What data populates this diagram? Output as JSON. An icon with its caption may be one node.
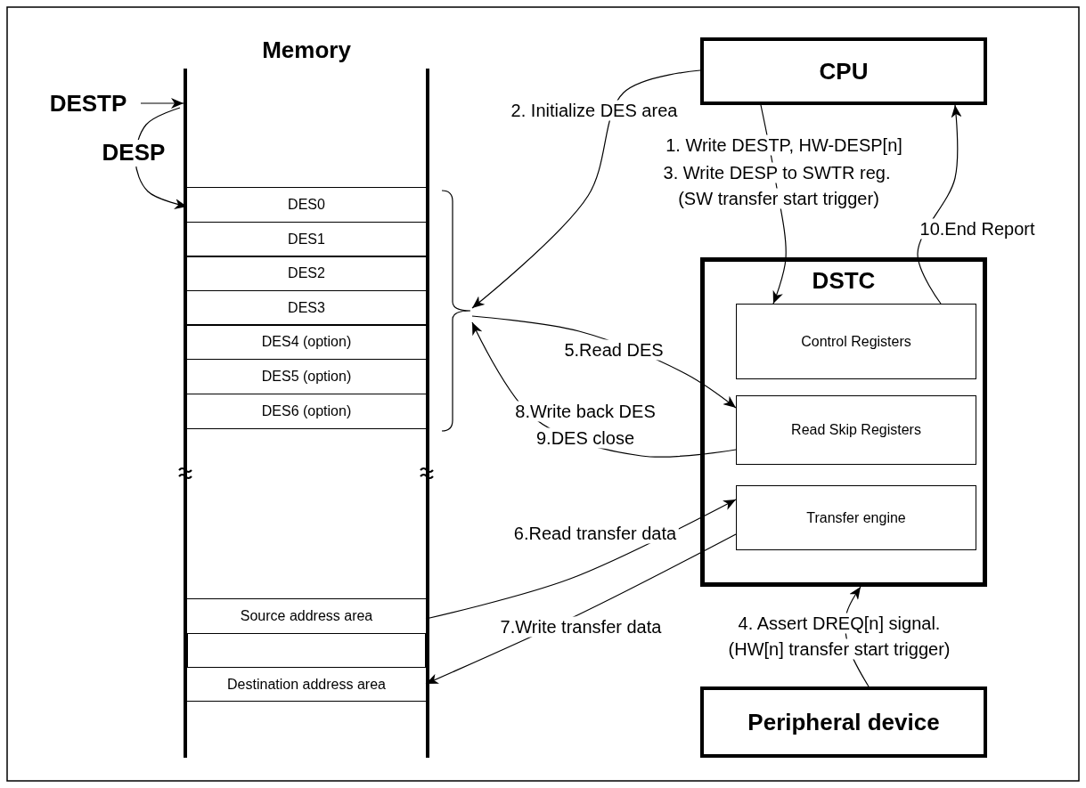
{
  "diagram": {
    "nodes": [
      {
        "text": [
          "Memory"
        ]
      },
      {
        "text": [
          "DES0"
        ],
        "in": 0
      },
      {
        "text": [
          "DES1"
        ],
        "in": 0
      },
      {
        "text": [
          "DES2"
        ],
        "in": 0
      },
      {
        "text": [
          "DES3"
        ],
        "in": 0
      },
      {
        "text": [
          "DES4 (option)"
        ],
        "in": 0
      },
      {
        "text": [
          "DES5 (option)"
        ],
        "in": 0
      },
      {
        "text": [
          "DES6 (option)"
        ],
        "in": 0
      },
      {
        "text": [
          "Source address area"
        ],
        "in": 0
      },
      {
        "text": [],
        "shape": "box",
        "in": 0
      },
      {
        "text": [
          "Destination address area"
        ],
        "in": 0
      },
      {
        "text": [
          "DESTP"
        ]
      },
      {
        "text": [
          "CPU"
        ]
      },
      {
        "text": [
          "DSTC"
        ]
      },
      {
        "text": [
          "Control Registers"
        ],
        "in": 13
      },
      {
        "text": [
          "Read Skip Registers"
        ],
        "in": 13
      },
      {
        "text": [
          "Transfer engine"
        ],
        "in": 13
      },
      {
        "text": [
          "Peripheral device"
        ]
      },
      {
        "text": [],
        "shape": "brace"
      }
    ],
    "edges": [
      {
        "from": 11,
        "to": 0,
        "arrow": "to"
      },
      {
        "from": null,
        "to": 1,
        "arrow": "to",
        "label": "DESP"
      },
      {
        "from": 12,
        "to": 18,
        "arrow": "to",
        "label": "2. Initialize DES area"
      },
      {
        "from": 12,
        "to": 14,
        "arrow": "to"
      },
      {
        "from": 14,
        "to": 12,
        "arrow": "to",
        "label": "10.End Report"
      },
      {
        "from": 18,
        "to": 15,
        "arrow": "to",
        "label": "5.Read DES"
      },
      {
        "from": 15,
        "to": 18,
        "arrow": "to",
        "label": "8.Write back DES"
      },
      {
        "from": 8,
        "to": 16,
        "arrow": "to",
        "label": "6.Read transfer data"
      },
      {
        "from": 16,
        "to": 10,
        "arrow": "to",
        "label": "7.Write transfer data"
      },
      {
        "from": 17,
        "to": 13,
        "arrow": "to",
        "label": "4. Assert DREQ[n] signal."
      }
    ],
    "labels": [
      "1. Write DESTP, HW-DESP[n]",
      "3. Write DESP to SWTR reg.",
      "(SW transfer start trigger)",
      "9.DES close",
      "(HW[n] transfer start trigger)"
    ]
  }
}
